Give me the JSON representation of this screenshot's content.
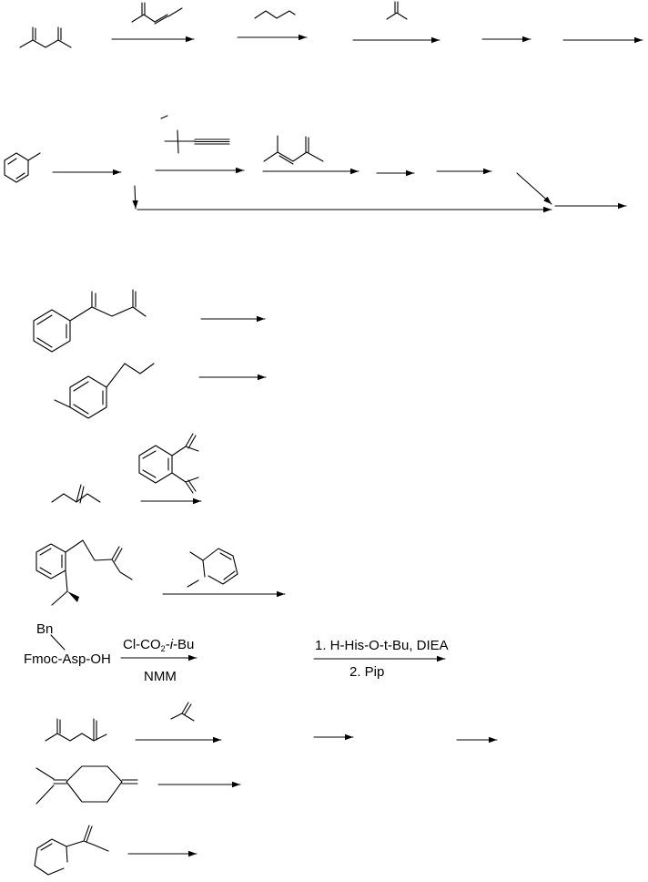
{
  "figure": {
    "background_color": "#ffffff",
    "stroke_color": "#000000"
  },
  "scheme_5": {
    "protecting_group": "Bn",
    "start_material": "Fmoc-Asp-OH",
    "reagent_1_pre": "Cl-CO",
    "reagent_1_sub": "2",
    "reagent_1_mid": "-",
    "reagent_1_italic": "i",
    "reagent_1_post": "-Bu",
    "base_1": "NMM",
    "step_1": "1. H-His-O-t-Bu, DIEA",
    "step_2": "2. Pip"
  }
}
